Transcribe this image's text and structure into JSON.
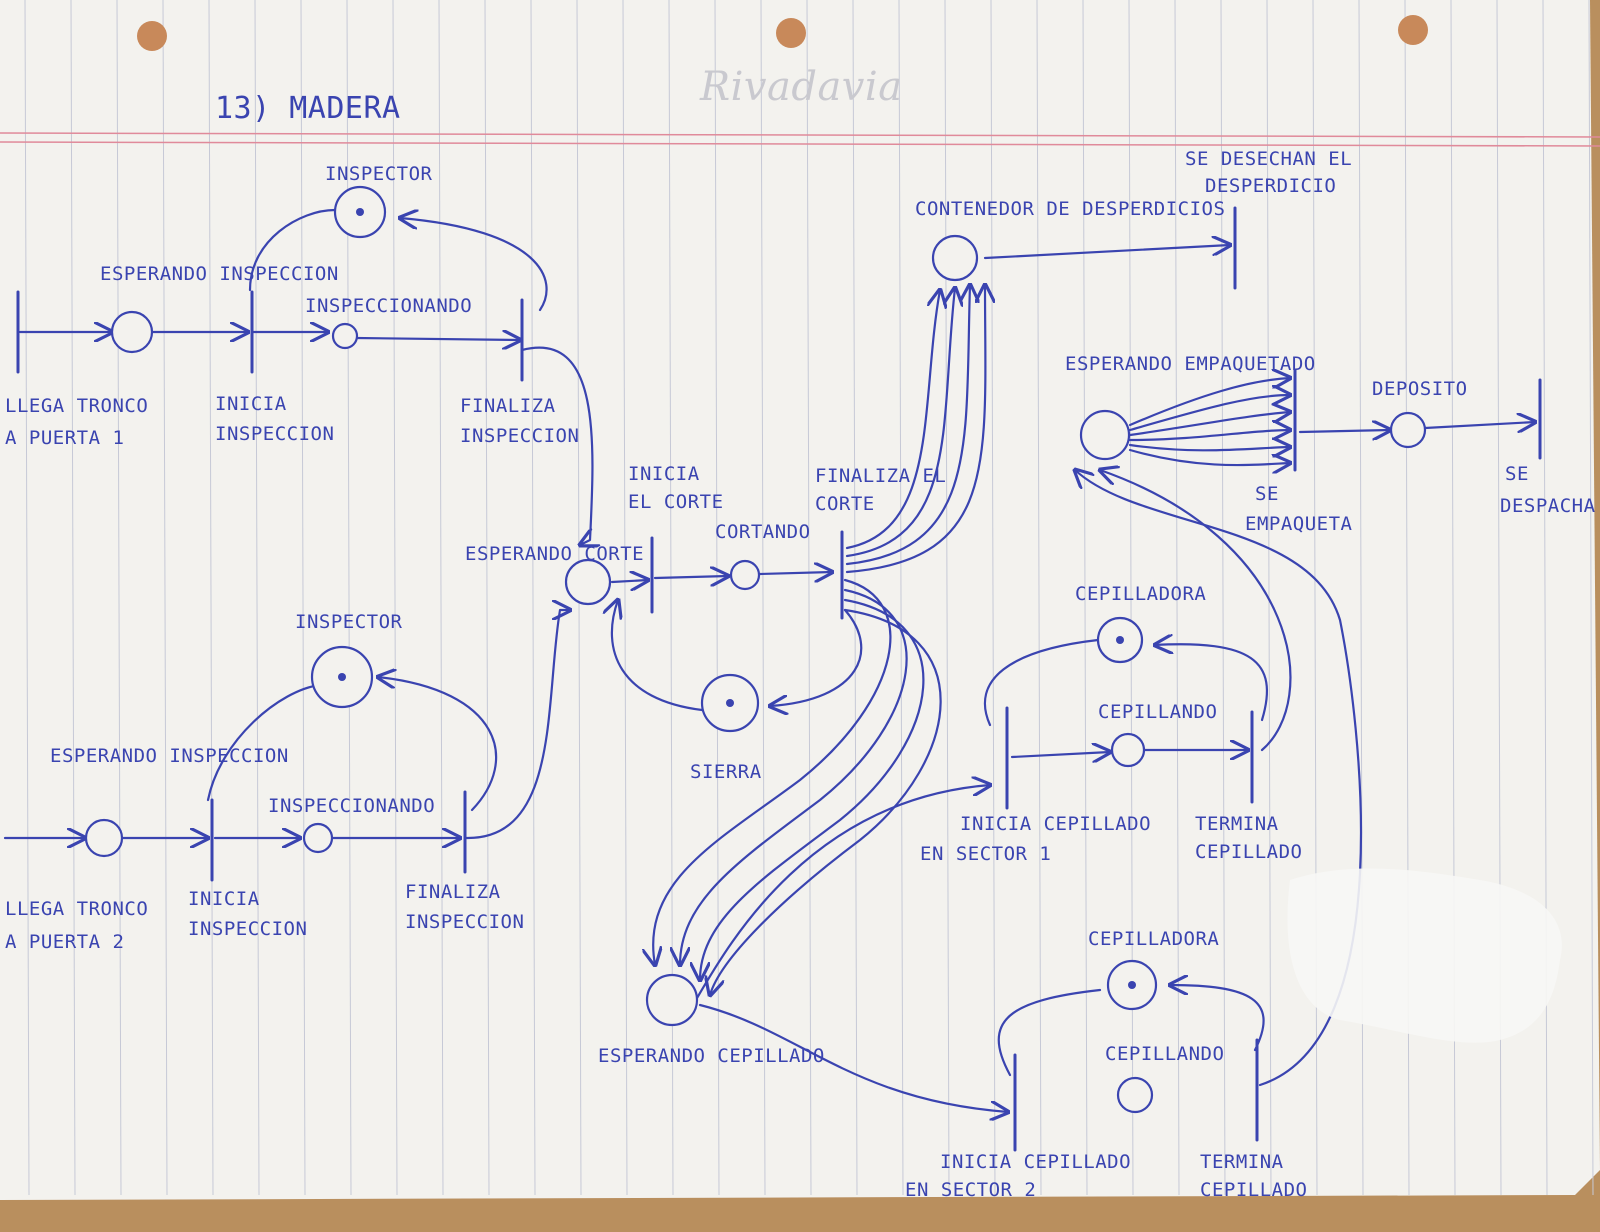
{
  "header": {
    "title": "13) MADERA",
    "brand": "Rivadavia"
  },
  "places": [
    {
      "id": "insp1",
      "label": "INSPECTOR",
      "tokens": 1
    },
    {
      "id": "esp_insp1",
      "label": "ESPERANDO INSPECCION",
      "tokens": 0
    },
    {
      "id": "inspeccionando1",
      "label": "INSPECCIONANDO",
      "tokens": 0
    },
    {
      "id": "insp2",
      "label": "INSPECTOR",
      "tokens": 1
    },
    {
      "id": "esp_insp2",
      "label": "ESPERANDO INSPECCION",
      "tokens": 0
    },
    {
      "id": "inspeccionando2",
      "label": "INSPECCIONANDO",
      "tokens": 0
    },
    {
      "id": "esp_corte",
      "label": "ESPERANDO CORTE",
      "tokens": 0
    },
    {
      "id": "cortando",
      "label": "CORTANDO",
      "tokens": 0
    },
    {
      "id": "sierra",
      "label": "SIERRA",
      "tokens": 1
    },
    {
      "id": "contenedor",
      "label": "CONTENEDOR DE DESPERDICIOS",
      "tokens": 0
    },
    {
      "id": "esp_empaq",
      "label": "ESPERANDO EMPAQUETADO",
      "tokens": 0
    },
    {
      "id": "deposito",
      "label": "DEPOSITO",
      "tokens": 0
    },
    {
      "id": "cepilladora1",
      "label": "CEPILLADORA",
      "tokens": 1
    },
    {
      "id": "cepillando1",
      "label": "CEPILLANDO",
      "tokens": 0
    },
    {
      "id": "cepilladora2",
      "label": "CEPILLADORA",
      "tokens": 1
    },
    {
      "id": "cepillando2",
      "label": "CEPILLANDO",
      "tokens": 0
    },
    {
      "id": "esp_cepillado",
      "label": "ESPERANDO CEPILLADO",
      "tokens": 0
    }
  ],
  "transitions": [
    {
      "id": "llega1",
      "label": [
        "LLEGA TRONCO",
        "A PUERTA 1"
      ]
    },
    {
      "id": "inicia_insp1",
      "label": [
        "INICIA",
        "INSPECCION"
      ]
    },
    {
      "id": "fin_insp1",
      "label": [
        "FINALIZA",
        "INSPECCION"
      ]
    },
    {
      "id": "llega2",
      "label": [
        "LLEGA TRONCO",
        "A PUERTA 2"
      ]
    },
    {
      "id": "inicia_insp2",
      "label": [
        "INICIA",
        "INSPECCION"
      ]
    },
    {
      "id": "fin_insp2",
      "label": [
        "FINALIZA",
        "INSPECCION"
      ]
    },
    {
      "id": "inicia_corte",
      "label": [
        "INICIA",
        "EL CORTE"
      ]
    },
    {
      "id": "fin_corte",
      "label": [
        "FINALIZA EL",
        "CORTE"
      ]
    },
    {
      "id": "desecha",
      "label": [
        "SE DESECHAN EL",
        "DESPERDICIO"
      ]
    },
    {
      "id": "empaqueta",
      "label": [
        "SE",
        "EMPAQUETA"
      ]
    },
    {
      "id": "despacha",
      "label": [
        "SE",
        "DESPACHA"
      ]
    },
    {
      "id": "inicia_cep1",
      "label": [
        "INICIA CEPILLADO",
        "EN SECTOR 1"
      ]
    },
    {
      "id": "termina_cep1",
      "label": [
        "TERMINA",
        "CEPILLADO"
      ]
    },
    {
      "id": "inicia_cep2",
      "label": [
        "INICIA CEPILLADO",
        "EN SECTOR 2"
      ]
    },
    {
      "id": "termina_cep2",
      "label": [
        "TERMINA",
        "CEPILLADO"
      ]
    }
  ]
}
